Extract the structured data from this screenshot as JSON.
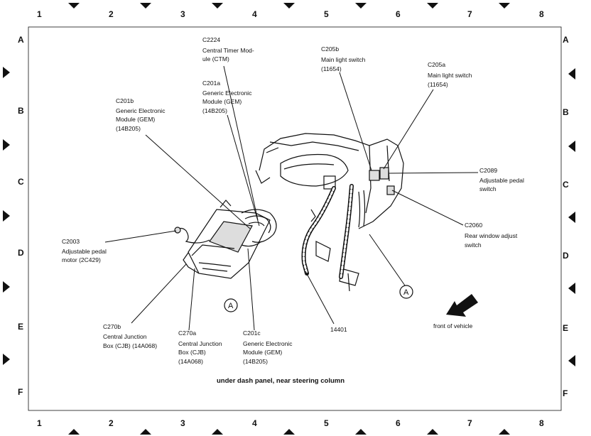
{
  "grid": {
    "columns": [
      "1",
      "2",
      "3",
      "4",
      "5",
      "6",
      "7",
      "8"
    ],
    "rows": [
      "A",
      "B",
      "C",
      "D",
      "E",
      "F"
    ]
  },
  "callouts": {
    "c2224": [
      "C2224",
      "Central Timer Mod-",
      "ule (CTM)"
    ],
    "c201a": [
      "C201a",
      "Generic Electronic",
      "Module (GEM)",
      "(14B205)"
    ],
    "c201b": [
      "C201b",
      "Generic Electronic",
      "Module (GEM)",
      "(14B205)"
    ],
    "c205b": [
      "C205b",
      "Main light switch",
      "(11654)"
    ],
    "c205a": [
      "C205a",
      "Main light switch",
      "(11654)"
    ],
    "c2089": [
      "C2089",
      "Adjustable pedal",
      "switch"
    ],
    "c2060": [
      "C2060",
      "Rear window adjust",
      "switch"
    ],
    "c2003": [
      "C2003",
      "Adjustable pedal",
      "motor (2C429)"
    ],
    "c270b": [
      "C270b",
      "Central Junction",
      "Box (CJB) (14A068)"
    ],
    "c270a": [
      "C270a",
      "Central Junction",
      "Box (CJB)",
      "(14A068)"
    ],
    "c201c": [
      "C201c",
      "Generic Electronic",
      "Module (GEM)",
      "(14B205)"
    ],
    "harness": [
      "14401"
    ],
    "front": [
      "front of vehicle"
    ]
  },
  "markers": {
    "a_left": "A",
    "a_right": "A"
  },
  "caption": "under dash panel, near steering column"
}
